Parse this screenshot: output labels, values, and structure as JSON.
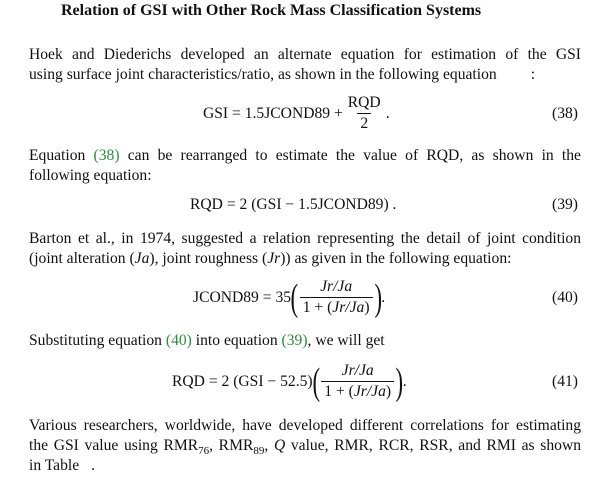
{
  "heading": "Relation of GSI with Other Rock Mass Classification Systems",
  "para1": {
    "line1": "Hoek and Diederichs developed an alternate equation for estimation of the GSI",
    "line2": "using surface joint characteristics/ratio, as shown in the following equation",
    "line2_tail": ":"
  },
  "eq38": {
    "lhs": "GSI = 1.5JCOND89 +",
    "frac_num": "RQD",
    "frac_den": "2",
    "tail": ".",
    "number": "(38)"
  },
  "para2": {
    "pre": "Equation",
    "ref": "(38)",
    "post": "can be rearranged to estimate the value of RQD, as shown in the",
    "line2": "following equation:"
  },
  "eq39": {
    "text": "RQD = 2 (GSI − 1.5JCOND89) .",
    "number": "(39)"
  },
  "para3": {
    "line1": "Barton et al., in 1974, suggested a relation representing the detail of joint condition",
    "line2_a": "(joint alteration (",
    "line2_ja": "Ja",
    "line2_b": "), joint roughness (",
    "line2_jr": "Jr",
    "line2_c": ")) as given in the following equation:"
  },
  "eq40": {
    "lhs": "JCOND89 = 35",
    "frac_num": "Jr/Ja",
    "frac_den_a": "1 + (",
    "frac_den_b": "Jr/Ja",
    "frac_den_c": ")",
    "tail": ".",
    "number": "(40)"
  },
  "para4": {
    "pre": "Substituting equation",
    "ref1": "(40)",
    "mid": "into equation",
    "ref2": "(39)",
    "post": ", we will get"
  },
  "eq41": {
    "lhs": "RQD = 2 (GSI − 52.5)",
    "frac_num": "Jr/Ja",
    "frac_den_a": "1 + (",
    "frac_den_b": "Jr/Ja",
    "frac_den_c": ")",
    "tail": ".",
    "number": "(41)"
  },
  "para5": {
    "line1": "Various researchers, worldwide, have developed different correlations for estimating",
    "line2_a": "the GSI value using RMR",
    "line2_sub1": "76",
    "line2_b": ", RMR",
    "line2_sub2": "89",
    "line2_c": ", ",
    "line2_q": "Q",
    "line2_d": " value, RMR, RCR, RSR, and RMI as shown",
    "line3": "in Table",
    "line3_tail": "."
  },
  "colors": {
    "text": "#111111",
    "reference_link": "#2e8b3a",
    "background": "#ffffff"
  }
}
